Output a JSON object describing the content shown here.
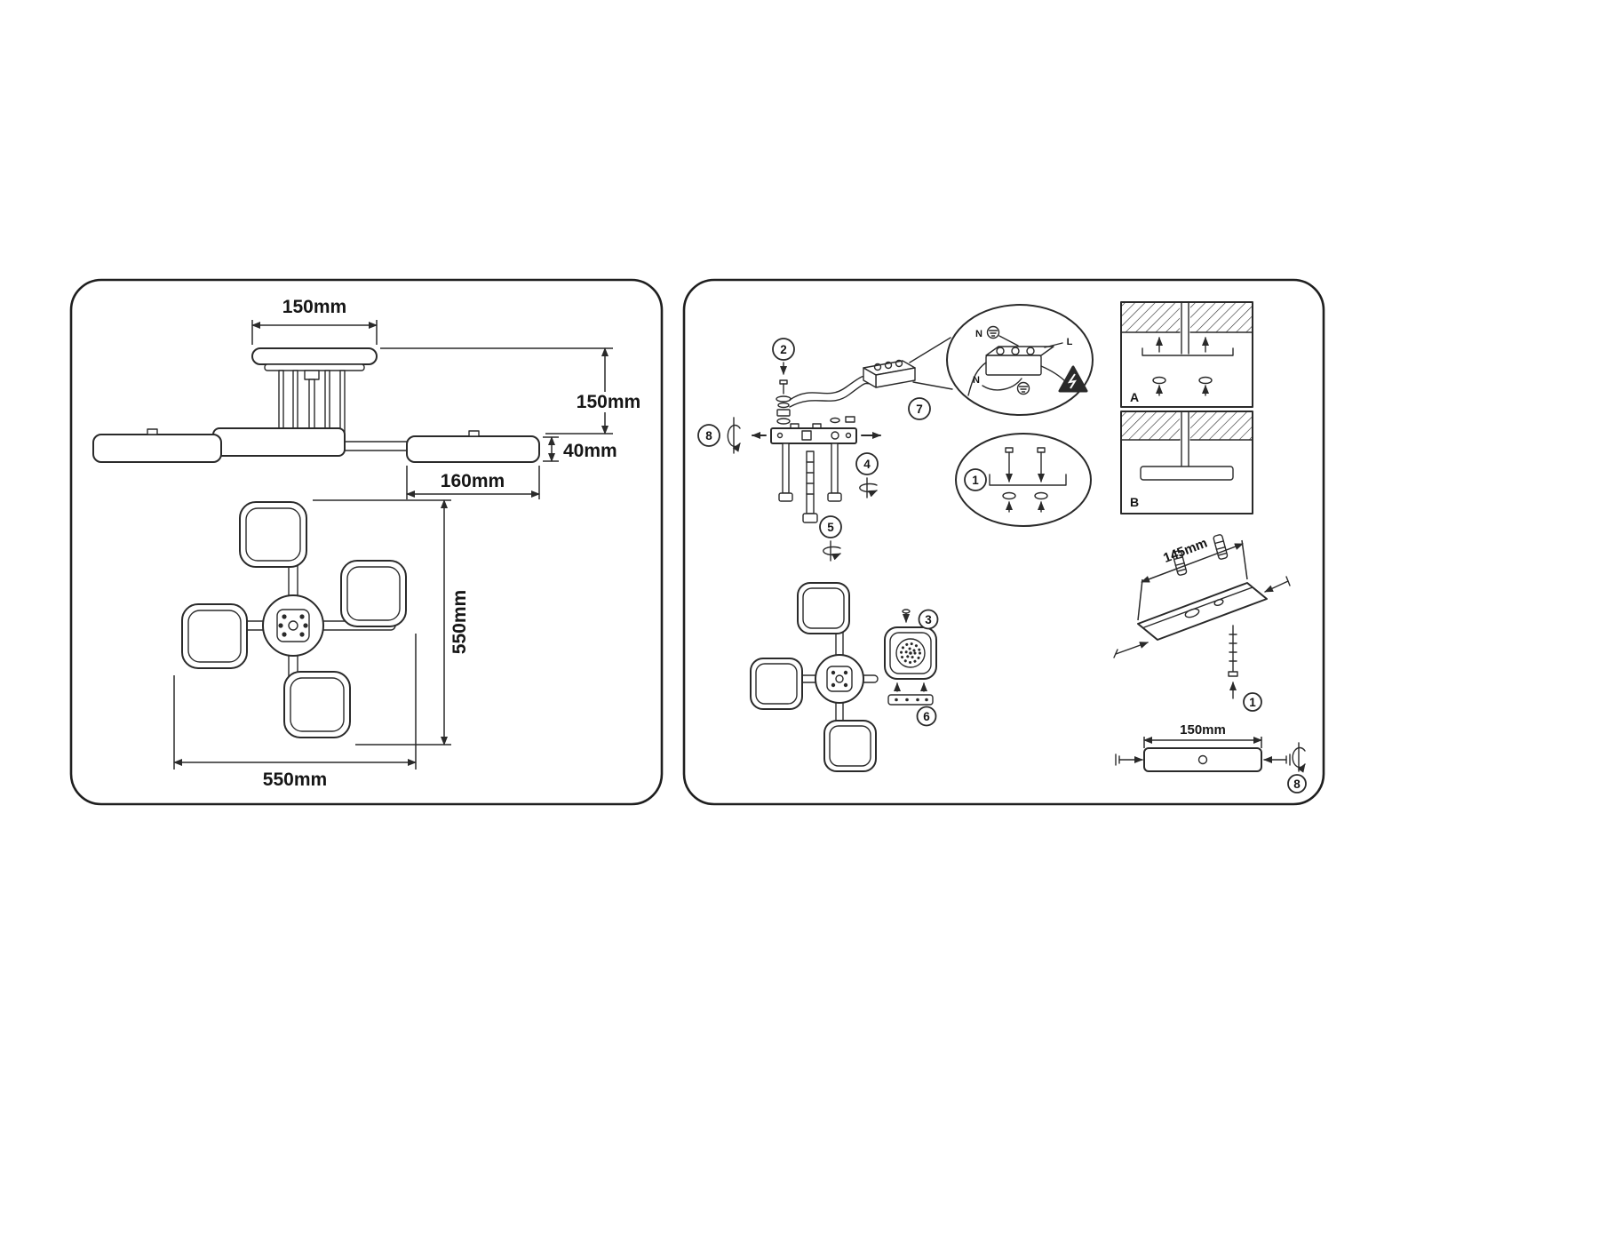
{
  "left": {
    "dims": {
      "top_width": "150mm",
      "side_height": "150mm",
      "arm_thickness": "40mm",
      "arm_length": "160mm",
      "plan_height": "550mm",
      "plan_width": "550mm"
    }
  },
  "right": {
    "steps": {
      "s1": "1",
      "s2": "2",
      "s3": "3",
      "s4": "4",
      "s5": "5",
      "s6": "6",
      "s7": "7",
      "s8": "8"
    },
    "wiring": {
      "neutral_top": "N",
      "live_top": "L",
      "neutral_bottom": "N"
    },
    "mounts": {
      "a": "A",
      "b": "B"
    },
    "dims": {
      "bracket_width": "145mm",
      "plate_width": "150mm"
    }
  }
}
